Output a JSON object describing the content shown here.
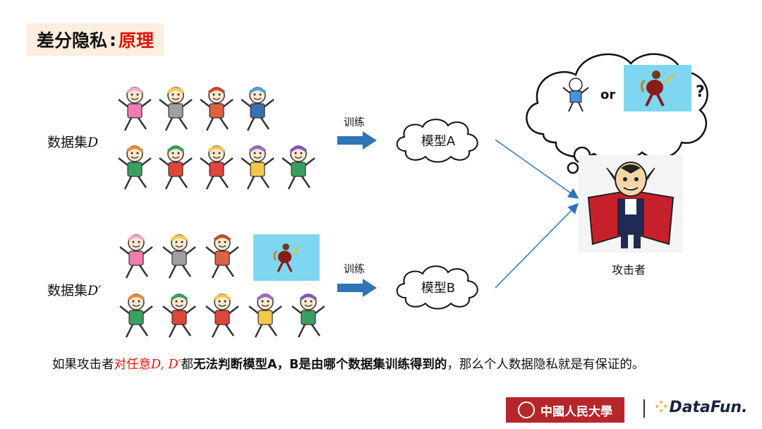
{
  "title": {
    "main": "差分隐私",
    "colon": ":",
    "accent": "原理"
  },
  "dataset_d": {
    "label_prefix": "数据集",
    "label_var": "D"
  },
  "dataset_d_prime": {
    "label_prefix": "数据集",
    "label_var": "D′"
  },
  "train_label_top": "训练",
  "train_label_bottom": "训练",
  "model_a": "模型A",
  "model_b": "模型B",
  "thought": {
    "or": "or",
    "question": "?"
  },
  "attacker_label": "攻击者",
  "bottom": {
    "part1": "如果攻击者",
    "part2": "对任意",
    "part3": "D, D′",
    "part4": "都",
    "part5": "无法判断模型A，B是由哪个数据集训练得到的",
    "part6": "，那么个人数据隐私就是有保证的。"
  },
  "logos": {
    "renmin": "中國人民大學",
    "datafun_dots": "⁘",
    "datafun": "DataFun."
  },
  "colors": {
    "accent_red": "#e0150b",
    "arrow_blue": "#2e75b6",
    "title_bg": "#fdeee0",
    "special_bg": "#7fd6f0"
  }
}
